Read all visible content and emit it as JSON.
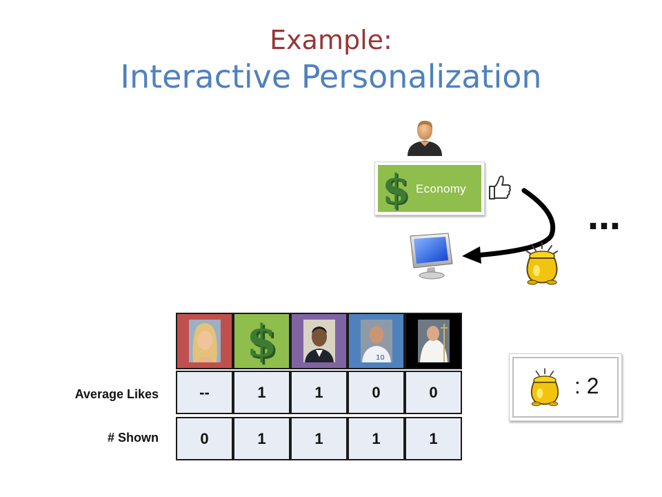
{
  "title": {
    "line1": "Example:",
    "line2": "Interactive Personalization"
  },
  "card": {
    "label": "Economy",
    "symbol": "$"
  },
  "ellipsis": "…",
  "icons": [
    "user-icon",
    "thumbs-up-icon",
    "curved-arrow-icon",
    "computer-monitor-icon",
    "pot-of-gold-icon"
  ],
  "colors": {
    "title1": "#953735",
    "title2": "#4f81bd",
    "economy_green": "#8fbe4c",
    "cell_bg": "#e8edf5"
  },
  "table": {
    "headers": [
      {
        "kind": "photo",
        "name": "pop-singer-photo",
        "color": "#c0504d"
      },
      {
        "kind": "symbol",
        "name": "economy-dollar",
        "color": "#8fbe4c",
        "symbol": "$"
      },
      {
        "kind": "photo",
        "name": "politician-photo",
        "color": "#8064a2"
      },
      {
        "kind": "photo",
        "name": "footballer-photo",
        "color": "#4f81bd"
      },
      {
        "kind": "photo",
        "name": "pope-photo",
        "color": "#000000"
      }
    ],
    "rows": [
      {
        "label": "Average Likes",
        "values": [
          "--",
          "1",
          "1",
          "0",
          "0"
        ]
      },
      {
        "label": "# Shown",
        "values": [
          "0",
          "1",
          "1",
          "1",
          "1"
        ]
      }
    ]
  },
  "reward": {
    "text": ": 2"
  }
}
